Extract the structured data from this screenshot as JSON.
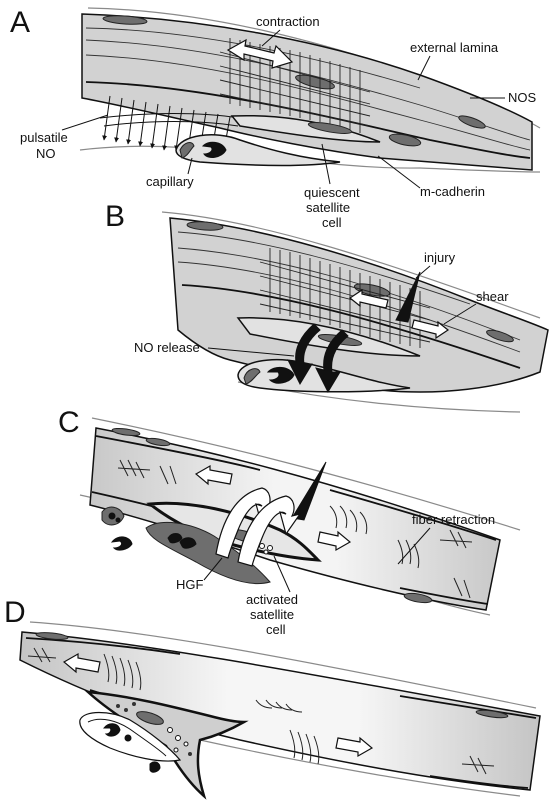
{
  "panels": {
    "A": {
      "letter": "A",
      "labels": {
        "contraction": "contraction",
        "external_lamina": "external lamina",
        "nos": "NOS",
        "pulsatile_1": "pulsatile",
        "pulsatile_2": "NO",
        "capillary": "capillary",
        "quiescent_1": "quiescent",
        "quiescent_2": "satellite",
        "quiescent_3": "cell",
        "m_cadherin": "m-cadherin"
      }
    },
    "B": {
      "letter": "B",
      "labels": {
        "injury": "injury",
        "shear": "shear",
        "no_release": "NO release"
      }
    },
    "C": {
      "letter": "C",
      "labels": {
        "fiber_retraction": "fiber retraction",
        "hgf": "HGF",
        "activated_1": "activated",
        "activated_2": "satellite",
        "activated_3": "cell"
      }
    },
    "D": {
      "letter": "D"
    }
  },
  "colors": {
    "fiber_fill": "#d2d2d2",
    "dark_fill": "#6e6e6e",
    "outline": "#111111",
    "lamina": "#8a8a8a"
  }
}
